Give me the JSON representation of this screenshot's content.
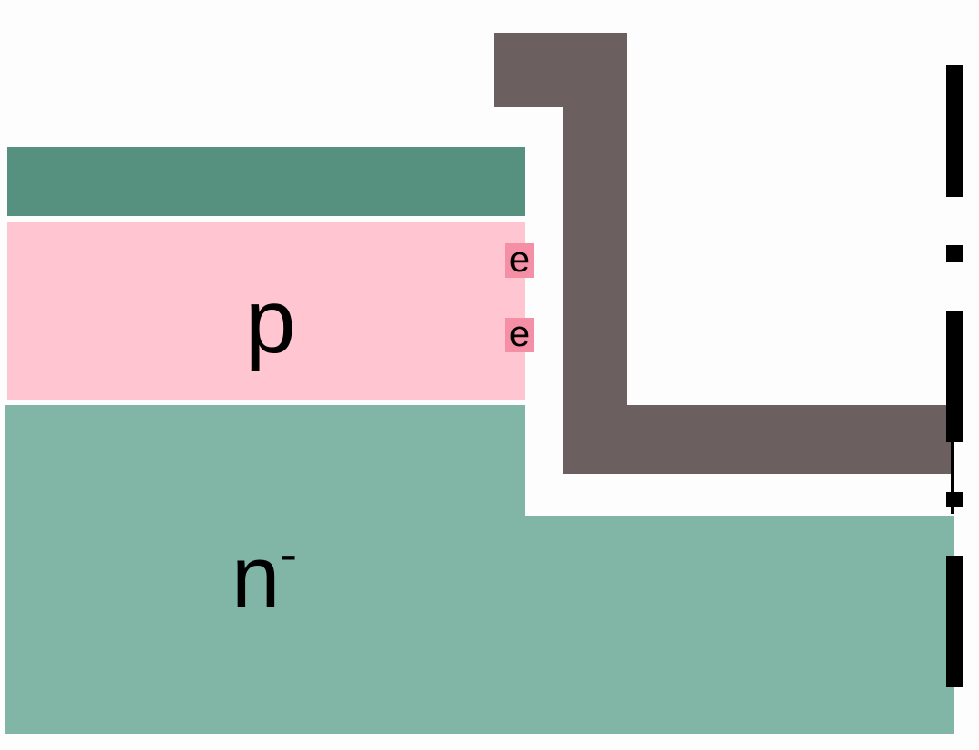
{
  "diagram": {
    "layers": {
      "top_layer": {
        "color": "#55917e"
      },
      "p_region": {
        "label": "p",
        "color": "#ffc5d0"
      },
      "n_region": {
        "label": "n",
        "superscript": "-",
        "color": "#81b5a5"
      },
      "gate_electrode": {
        "color": "#6b5f60"
      }
    },
    "electrons": [
      {
        "label": "e",
        "color": "#f58fa5"
      },
      {
        "label": "e",
        "color": "#f58fa5"
      }
    ],
    "symmetry_axis": {
      "style": "dash-dot",
      "color": "#000000"
    }
  }
}
